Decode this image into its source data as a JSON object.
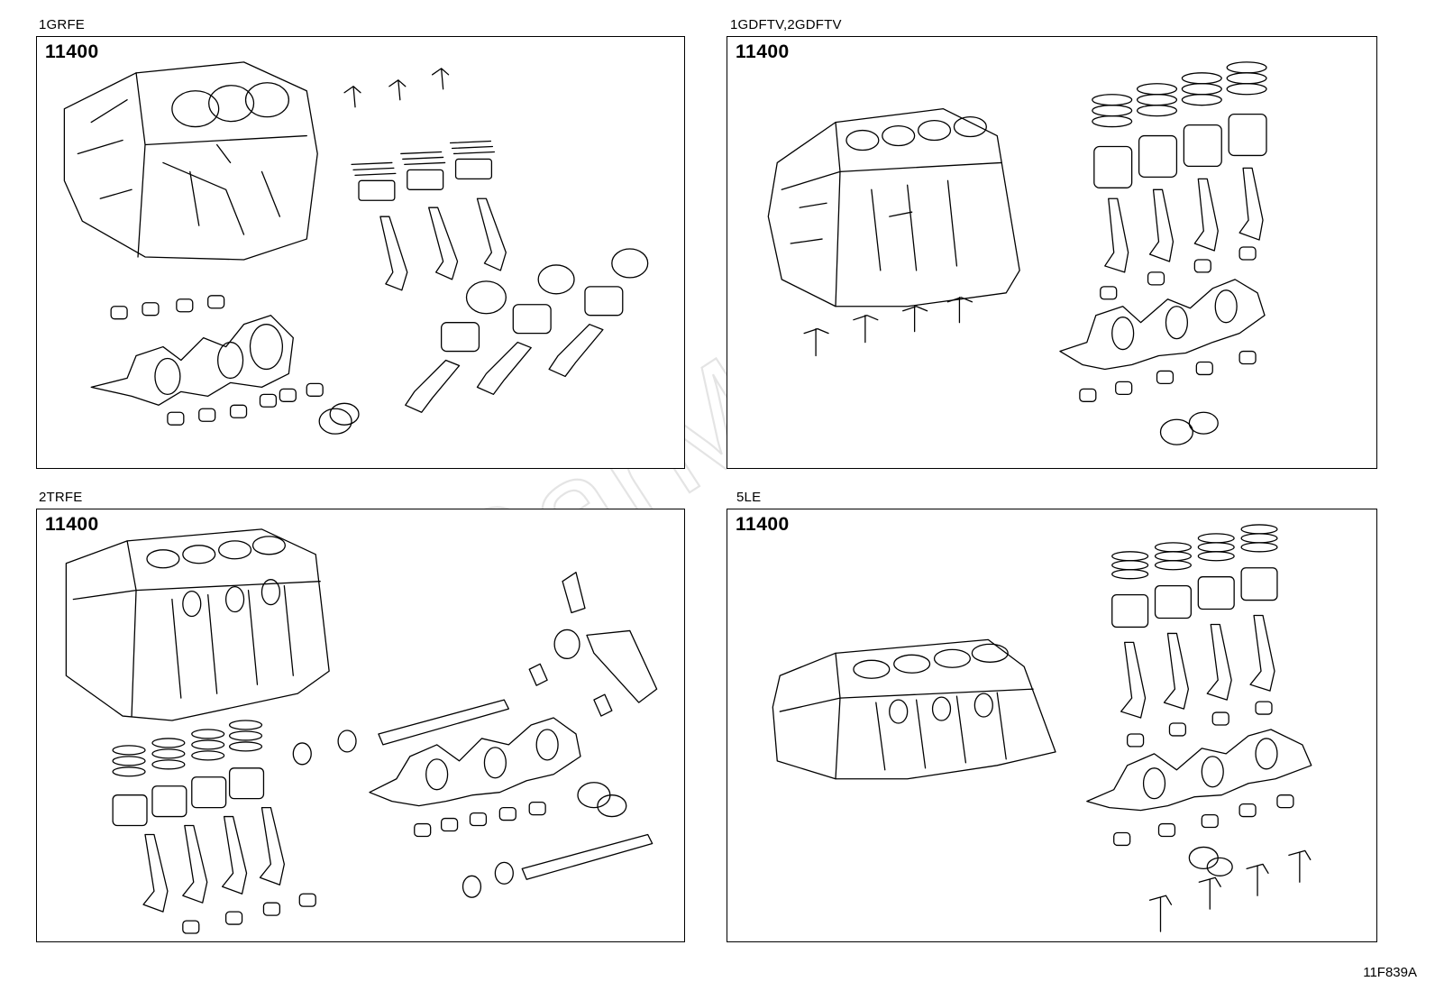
{
  "diagram": {
    "watermark": "ToyotaCarMiniEu",
    "figure_code": "11F839A",
    "panels": [
      {
        "engine": "1GRFE",
        "part_number": "11400"
      },
      {
        "engine": "1GDFTV,2GDFTV",
        "part_number": "11400"
      },
      {
        "engine": "2TRFE",
        "part_number": "11400"
      },
      {
        "engine": "5LE",
        "part_number": "11400"
      }
    ]
  }
}
